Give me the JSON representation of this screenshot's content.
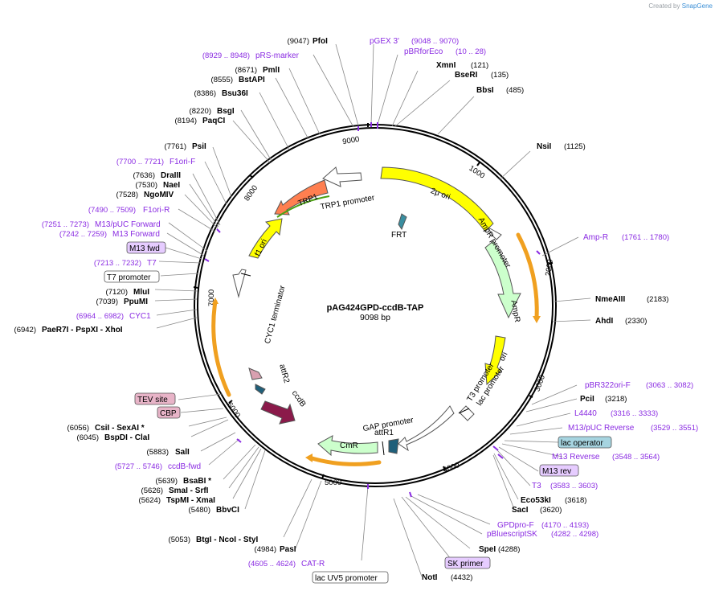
{
  "header": {
    "credit_prefix": "Created by",
    "credit_brand": "SnapGene"
  },
  "plasmid": {
    "name": "pAG424GPD-ccdB-TAP",
    "size_label": "9098 bp",
    "length": 9098
  },
  "ring_ticks": [
    "1000",
    "2000",
    "3000",
    "4000",
    "5000",
    "6000",
    "7000",
    "8000",
    "9000"
  ],
  "features": [
    {
      "name": "2μ ori",
      "color": "#ffff00"
    },
    {
      "name": "AmpR promoter",
      "color": "#ffffff"
    },
    {
      "name": "AmpR",
      "color": "#ccffcc"
    },
    {
      "name": "ori",
      "color": "#ffff00"
    },
    {
      "name": "T3 promoter",
      "color": "#ffffff"
    },
    {
      "name": "lac promoter",
      "color": "#ffffff"
    },
    {
      "name": "GAP promoter",
      "color": "#ffffff"
    },
    {
      "name": "attR1",
      "color": "#1f5f7a"
    },
    {
      "name": "CmR",
      "color": "#ccffcc"
    },
    {
      "name": "ccdB",
      "color": "#8b1a4a"
    },
    {
      "name": "attR2",
      "color": "#1f5f7a"
    },
    {
      "name": "CYC1 terminator",
      "color": "#ffffff"
    },
    {
      "name": "f1 ori",
      "color": "#ffff00"
    },
    {
      "name": "TRP1",
      "color": "#ff7f50"
    },
    {
      "name": "TRP1 promoter",
      "color": "#ffffff"
    },
    {
      "name": "FRT",
      "color": "#3a8ea0"
    }
  ],
  "labels_right": [
    {
      "kind": "site",
      "name": "XmnI",
      "pos": "(121)"
    },
    {
      "kind": "site",
      "name": "BseRI",
      "pos": "(135)"
    },
    {
      "kind": "site",
      "name": "BbsI",
      "pos": "(485)"
    },
    {
      "kind": "site",
      "name": "NsiI",
      "pos": "(1125)"
    },
    {
      "kind": "primer",
      "name": "Amp-R",
      "pos": "(1761 .. 1780)"
    },
    {
      "kind": "site",
      "name": "NmeAIII",
      "pos": "(2183)"
    },
    {
      "kind": "site",
      "name": "AhdI",
      "pos": "(2330)"
    },
    {
      "kind": "primer",
      "name": "pBR322ori-F",
      "pos": "(3063 .. 3082)"
    },
    {
      "kind": "site",
      "name": "PciI",
      "pos": "(3218)"
    },
    {
      "kind": "primer",
      "name": "L4440",
      "pos": "(3316 .. 3333)"
    },
    {
      "kind": "primer",
      "name": "M13/pUC Reverse",
      "pos": "(3529 .. 3551)"
    },
    {
      "kind": "boxed",
      "name": "lac operator"
    },
    {
      "kind": "primer",
      "name": "M13 Reverse",
      "pos": "(3548 .. 3564)"
    },
    {
      "kind": "boxed",
      "name": "M13 rev"
    },
    {
      "kind": "primer",
      "name": "T3",
      "pos": "(3583 .. 3603)"
    },
    {
      "kind": "site",
      "name": "Eco53kI",
      "pos": "(3618)"
    },
    {
      "kind": "site",
      "name": "SacI",
      "pos": "(3620)"
    },
    {
      "kind": "primer",
      "name": "GPDpro-F",
      "pos": "(4170 .. 4193)"
    },
    {
      "kind": "primer",
      "name": "pBluescriptSK",
      "pos": "(4282 .. 4298)"
    },
    {
      "kind": "site",
      "name": "SpeI",
      "pos": "(4288)"
    },
    {
      "kind": "boxed",
      "name": "SK primer"
    },
    {
      "kind": "site",
      "name": "NotI",
      "pos": "(4432)"
    }
  ],
  "labels_top": [
    {
      "kind": "site",
      "name": "PfoI",
      "pos": "(9047)"
    },
    {
      "kind": "primer",
      "name": "pGEX 3'",
      "pos": "(9048 .. 9070)"
    },
    {
      "kind": "primer",
      "name": "pBRforEco",
      "pos": "(10 .. 28)"
    }
  ],
  "labels_left": [
    {
      "kind": "primer",
      "name": "pRS-marker",
      "pos": "(8929 .. 8948)"
    },
    {
      "kind": "site",
      "name": "PmlI",
      "pos": "(8671)"
    },
    {
      "kind": "site",
      "name": "BstAPI",
      "pos": "(8555)"
    },
    {
      "kind": "site",
      "name": "Bsu36I",
      "pos": "(8386)"
    },
    {
      "kind": "site",
      "name": "BsgI",
      "pos": "(8220)"
    },
    {
      "kind": "site",
      "name": "PaqCI",
      "pos": "(8194)"
    },
    {
      "kind": "site",
      "name": "PsiI",
      "pos": "(7761)"
    },
    {
      "kind": "primer",
      "name": "F1ori-F",
      "pos": "(7700 .. 7721)"
    },
    {
      "kind": "site",
      "name": "DraIII",
      "pos": "(7636)"
    },
    {
      "kind": "site",
      "name": "NaeI",
      "pos": "(7530)"
    },
    {
      "kind": "site",
      "name": "NgoMIV",
      "pos": "(7528)"
    },
    {
      "kind": "primer",
      "name": "F1ori-R",
      "pos": "(7490 .. 7509)"
    },
    {
      "kind": "primer",
      "name": "M13/pUC Forward",
      "pos": "(7251 .. 7273)"
    },
    {
      "kind": "primer",
      "name": "M13 Forward",
      "pos": "(7242 .. 7259)"
    },
    {
      "kind": "boxed",
      "name": "M13 fwd"
    },
    {
      "kind": "primer",
      "name": "T7",
      "pos": "(7213 .. 7232)"
    },
    {
      "kind": "boxed",
      "name": "T7 promoter"
    },
    {
      "kind": "site",
      "name": "MluI",
      "pos": "(7120)"
    },
    {
      "kind": "site",
      "name": "PpuMI",
      "pos": "(7039)"
    },
    {
      "kind": "primer",
      "name": "CYC1",
      "pos": "(6964 .. 6982)"
    },
    {
      "kind": "sitegroup",
      "name": "PaeR7I - PspXI - XhoI",
      "pos": "(6942)"
    },
    {
      "kind": "boxed",
      "name": "TEV site"
    },
    {
      "kind": "boxed",
      "name": "CBP"
    },
    {
      "kind": "sitegroup",
      "name": "CsiI - SexAI *",
      "pos": "(6056)"
    },
    {
      "kind": "sitegroup",
      "name": "BspDI - ClaI",
      "pos": "(6045)"
    },
    {
      "kind": "site",
      "name": "SalI",
      "pos": "(5883)"
    },
    {
      "kind": "primer",
      "name": "ccdB-fwd",
      "pos": "(5727 .. 5746)"
    },
    {
      "kind": "site",
      "name": "BsaBI *",
      "pos": "(5639)"
    },
    {
      "kind": "sitegroup",
      "name": "SmaI - SrfI",
      "pos": "(5626)"
    },
    {
      "kind": "sitegroup",
      "name": "TspMI - XmaI",
      "pos": "(5624)"
    },
    {
      "kind": "site",
      "name": "BbvCI",
      "pos": "(5480)"
    },
    {
      "kind": "sitegroup",
      "name": "BtgI - NcoI - StyI",
      "pos": "(5053)"
    },
    {
      "kind": "site",
      "name": "PasI",
      "pos": "(4984)"
    },
    {
      "kind": "primer",
      "name": "CAT-R",
      "pos": "(4605 .. 4624)"
    },
    {
      "kind": "boxed",
      "name": "lac UV5 promoter"
    }
  ]
}
